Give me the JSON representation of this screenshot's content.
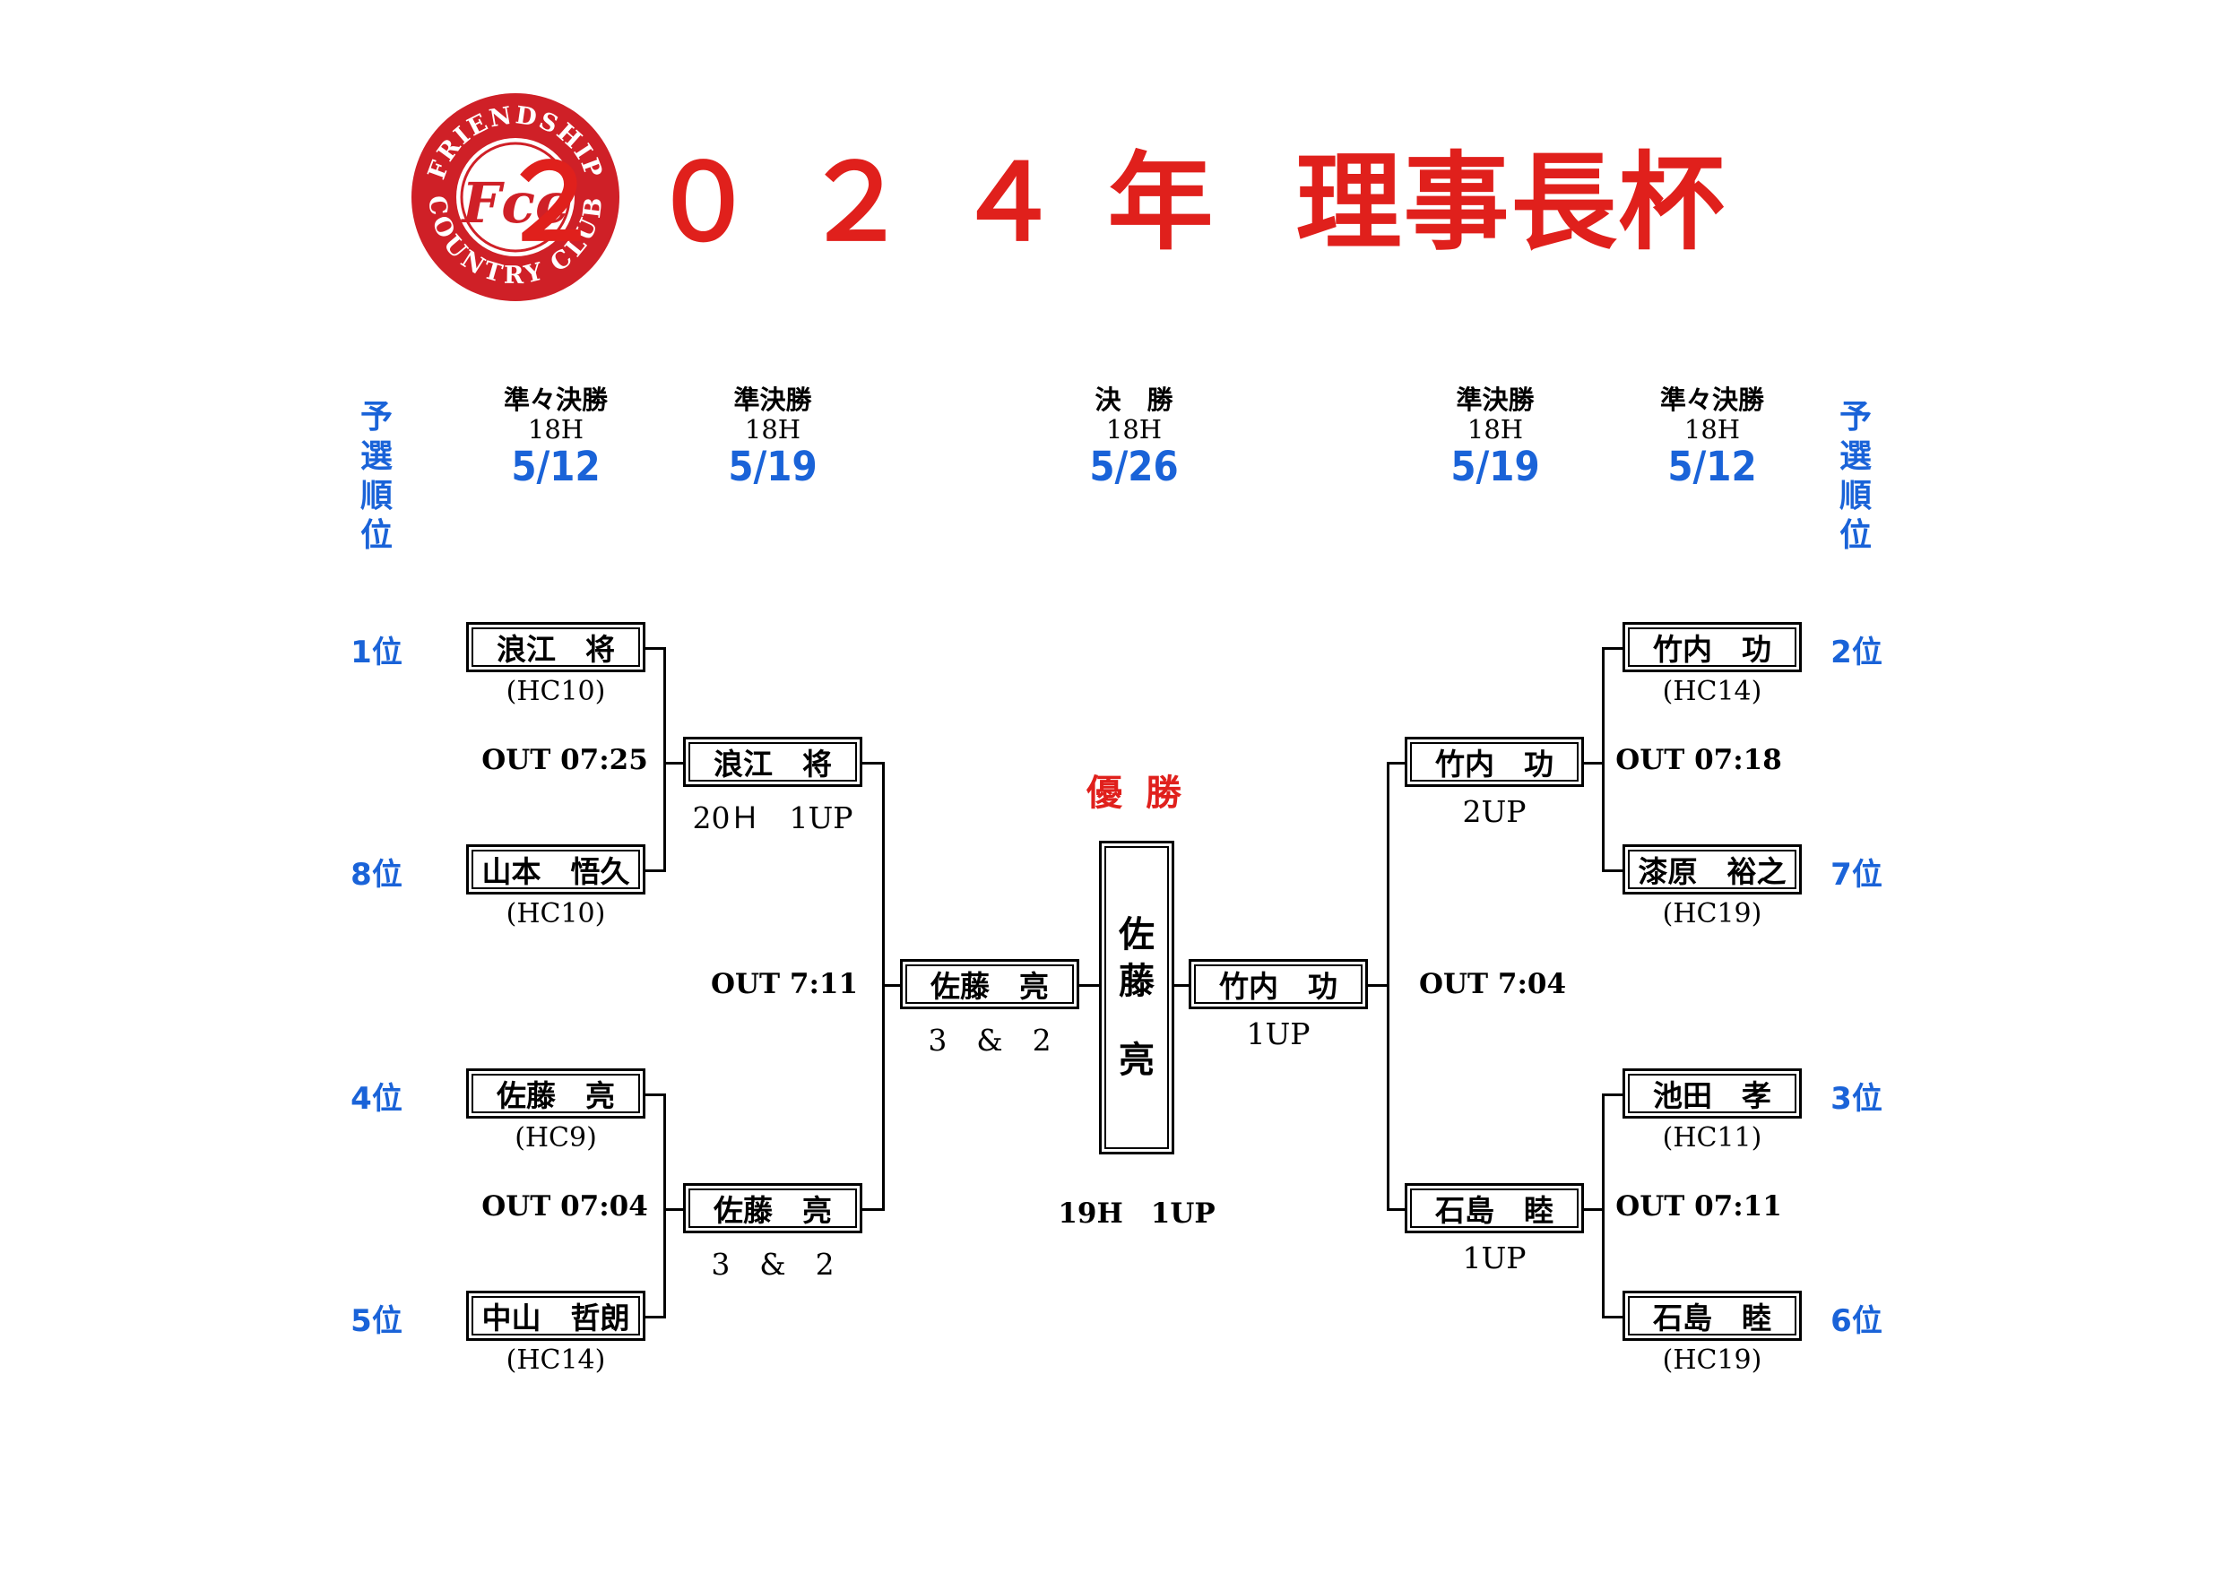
{
  "logo": {
    "top_text": "FRIENDSHIP",
    "bottom_text": "COUNTRY CLUB",
    "monogram": "Fcc",
    "color": "#cf2027"
  },
  "title": {
    "year": "２０２４年",
    "name": "理事長杯",
    "color": "#e0201c"
  },
  "rank_header": {
    "left": [
      "予",
      "選",
      "順",
      "位"
    ],
    "right": [
      "予",
      "選",
      "順",
      "位"
    ]
  },
  "rounds": {
    "qf_left": {
      "name": "準々決勝",
      "holes": "18H",
      "date": "5/12"
    },
    "sf_left": {
      "name": "準決勝",
      "holes": "18H",
      "date": "5/19"
    },
    "final": {
      "name": "決　勝",
      "holes": "18H",
      "date": "5/26"
    },
    "sf_right": {
      "name": "準決勝",
      "holes": "18H",
      "date": "5/19"
    },
    "qf_right": {
      "name": "準々決勝",
      "holes": "18H",
      "date": "5/12"
    }
  },
  "left": {
    "players": [
      {
        "rank": "1位",
        "name": "浪江　将",
        "hc": "(HC10)"
      },
      {
        "rank": "8位",
        "name": "山本　悟久",
        "hc": "(HC10)"
      },
      {
        "rank": "4位",
        "name": "佐藤　亮",
        "hc": "(HC9)"
      },
      {
        "rank": "5位",
        "name": "中山　哲朗",
        "hc": "(HC14)"
      }
    ],
    "qf_times": [
      "OUT 07:25",
      "OUT 07:04"
    ],
    "sf": [
      {
        "name": "浪江　将",
        "result": "20Ｈ　1UP"
      },
      {
        "name": "佐藤　亮",
        "result": "3　&　2"
      }
    ],
    "sf_time": "OUT 7:11",
    "finalist": {
      "name": "佐藤　亮",
      "result": "3　&　2"
    }
  },
  "right": {
    "players": [
      {
        "rank": "2位",
        "name": "竹内　功",
        "hc": "(HC14)"
      },
      {
        "rank": "7位",
        "name": "漆原　裕之",
        "hc": "(HC19)"
      },
      {
        "rank": "3位",
        "name": "池田　孝",
        "hc": "(HC11)"
      },
      {
        "rank": "6位",
        "name": "石島　睦",
        "hc": "(HC19)"
      }
    ],
    "qf_times": [
      "OUT 07:18",
      "OUT 07:11"
    ],
    "sf": [
      {
        "name": "竹内　功",
        "result": "2UP"
      },
      {
        "name": "石島　睦",
        "result": "1UP"
      }
    ],
    "sf_time": "OUT 7:04",
    "finalist": {
      "name": "竹内　功",
      "result": "1UP"
    }
  },
  "champion": {
    "label": "優 勝",
    "name_chars": [
      "佐",
      "藤",
      "",
      "亮"
    ],
    "final_result": "19H　1UP"
  }
}
